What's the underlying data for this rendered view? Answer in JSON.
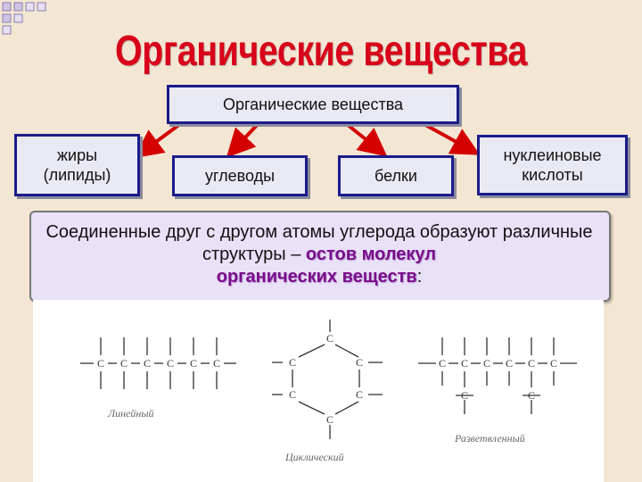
{
  "slide_title": "Органические вещества",
  "diagram": {
    "root": "Органические вещества",
    "children": [
      {
        "line1": "жиры",
        "line2": "(липиды)"
      },
      {
        "line1": "углеводы",
        "line2": ""
      },
      {
        "line1": "белки",
        "line2": ""
      },
      {
        "line1": "нуклеиновые",
        "line2": "кислоты"
      }
    ]
  },
  "text_block": {
    "part1": "Соединенные друг с другом атомы углерода образуют различные структуры – ",
    "highlight1": "остов молекул",
    "highlight2": "органических веществ",
    "end": ":"
  },
  "structures": {
    "atom": "C",
    "linear_caption": "Линейный",
    "cyclic_caption": "Циклический",
    "branched_caption": "Разветвленный"
  },
  "colors": {
    "title": "#d8001a",
    "arrows": "#d40000",
    "box_border": "#1b1b8a",
    "highlight": "#7a0d8a"
  }
}
